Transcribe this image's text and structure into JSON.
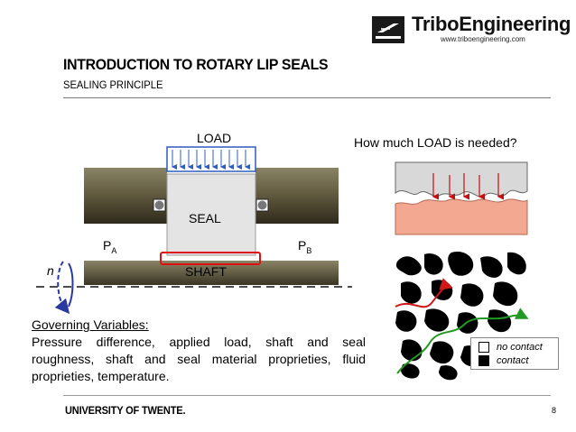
{
  "slide": {
    "title": "INTRODUCTION TO ROTARY LIP SEALS",
    "subtitle": "SEALING PRINCIPLE",
    "page_number": "8"
  },
  "logo": {
    "brand": "TriboEngineering",
    "url": "www.triboengineering.com"
  },
  "diagram": {
    "load_label": "LOAD",
    "seal_label": "SEAL",
    "shaft_label": "SHAFT",
    "pa_main": "P",
    "pa_sub": "A",
    "pb_main": "P",
    "pb_sub": "B",
    "rotation_label": "n"
  },
  "question": "How much LOAD is needed?",
  "governing": {
    "heading": "Governing Variables:",
    "text": "Pressure difference, applied load, shaft and seal roughness, shaft and seal material proprieties, fluid proprieties, temperature."
  },
  "legend": {
    "no_contact": "no contact",
    "contact": "contact"
  },
  "footer": {
    "university": "UNIVERSITY OF TWENTE."
  },
  "colors": {
    "housing": "#5f583e",
    "shaft": "#5f583e",
    "seal": "#e2e2e2",
    "load_arrows": "#2f5cc0",
    "shaft_outline": "#e01010",
    "rough_surface": "#f3a891",
    "asperity_arrows": "#c01010",
    "rotation_arrow": "#2a39a0",
    "flow_red": "#d01818",
    "flow_green": "#229922"
  }
}
